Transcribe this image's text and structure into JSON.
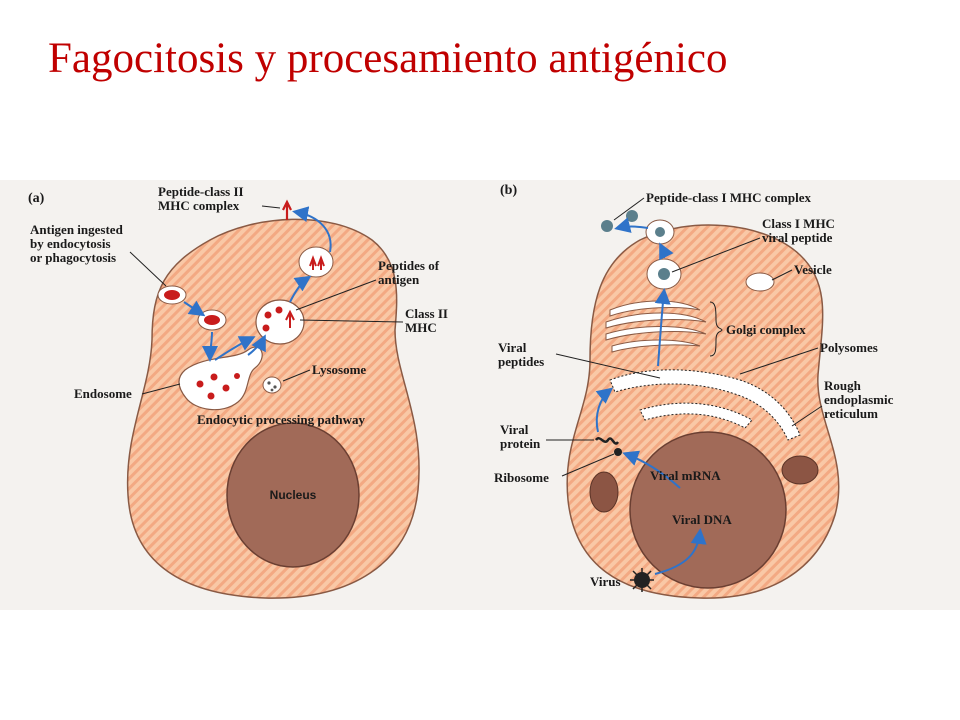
{
  "title": "Fagocitosis y procesamiento  antigénico",
  "colors": {
    "title": "#c00000",
    "cytoplasm": "#f7bf9a",
    "nucleus": "#a16a58",
    "arrow": "#2f73c9",
    "red_particle": "#c81c1c"
  },
  "panel_a": {
    "tag": "(a)",
    "labels": {
      "peptide_class_ii_1": "Peptide-class II",
      "peptide_class_ii_2": "MHC complex",
      "antigen_1": "Antigen ingested",
      "antigen_2": "by endocytosis",
      "antigen_3": "or phagocytosis",
      "peptides_1": "Peptides of",
      "peptides_2": "antigen",
      "class_ii_1": "Class II",
      "class_ii_2": "MHC",
      "lysosome": "Lysosome",
      "endosome": "Endosome",
      "pathway": "Endocytic processing pathway",
      "nucleus": "Nucleus"
    }
  },
  "panel_b": {
    "tag": "(b)",
    "labels": {
      "peptide_class_i": "Peptide-class I MHC complex",
      "class_i_1": "Class I MHC",
      "class_i_2": "viral peptide",
      "vesicle": "Vesicle",
      "golgi": "Golgi complex",
      "polysomes": "Polysomes",
      "viral_peptides_1": "Viral",
      "viral_peptides_2": "peptides",
      "rough_1": "Rough",
      "rough_2": "endoplasmic",
      "rough_3": "reticulum",
      "viral_protein_1": "Viral",
      "viral_protein_2": "protein",
      "ribosome": "Ribosome",
      "viral_mrna": "Viral mRNA",
      "viral_dna": "Viral DNA",
      "virus": "Virus"
    }
  }
}
